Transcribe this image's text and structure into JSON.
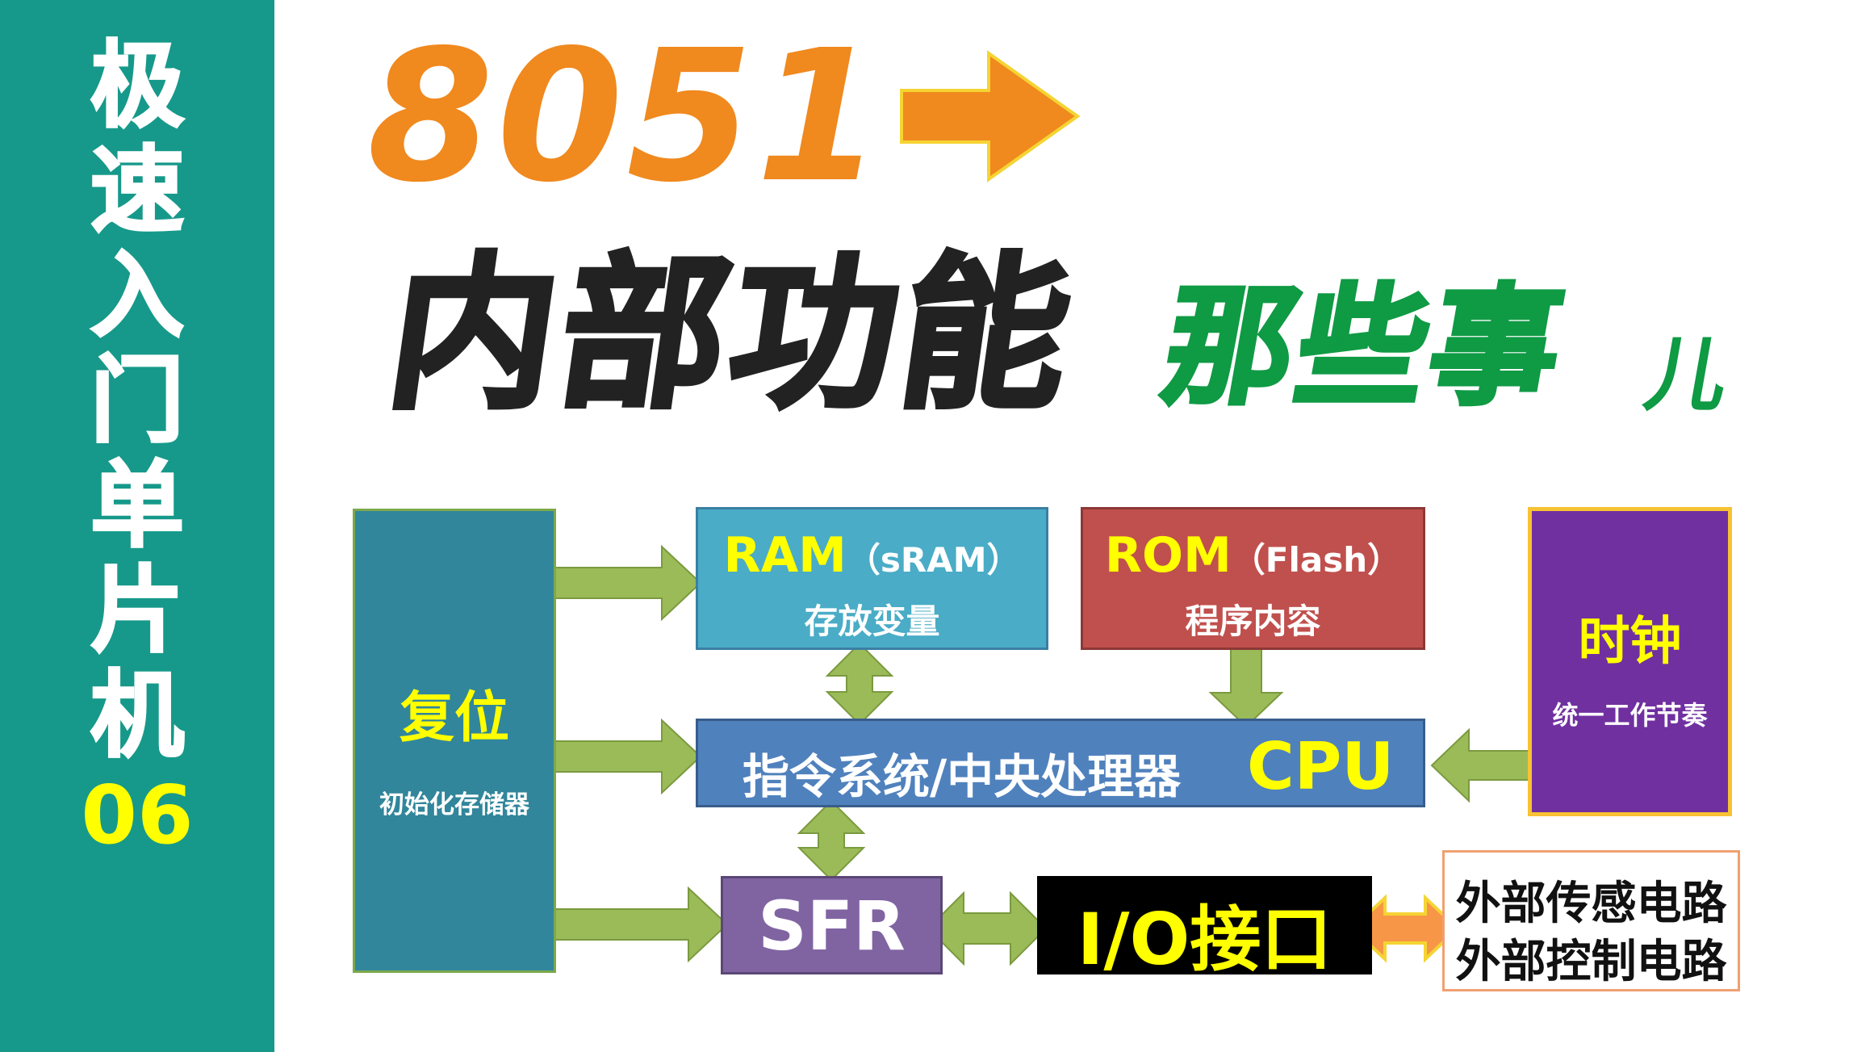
{
  "sidebar": {
    "chars": [
      "极",
      "速",
      "入",
      "门",
      "单",
      "片",
      "机"
    ],
    "episode": "06"
  },
  "title": {
    "chip": "8051",
    "main": "内部功能",
    "sub": "那些事",
    "suffix": "儿"
  },
  "diagram": {
    "reset": {
      "title": "复位",
      "subtitle": "初始化存储器"
    },
    "ram": {
      "title": "RAM",
      "paren": "（sRAM）",
      "subtitle": "存放变量"
    },
    "rom": {
      "title": "ROM",
      "paren": "（Flash）",
      "subtitle": "程序内容"
    },
    "clock": {
      "title": "时钟",
      "subtitle": "统一工作节奏"
    },
    "cpu": {
      "text": "指令系统/中央处理器",
      "label": "CPU"
    },
    "sfr": {
      "label": "SFR"
    },
    "io": {
      "label": "I/O接口"
    },
    "external": {
      "lines": [
        "外部传感电路",
        "外部控制电路"
      ]
    }
  },
  "colors": {
    "sidebar": "#16998a",
    "accent_orange": "#f0891e",
    "accent_green": "#0f9a44",
    "arrow_green": "#9bbb59",
    "arrow_orange": "#f79646"
  }
}
